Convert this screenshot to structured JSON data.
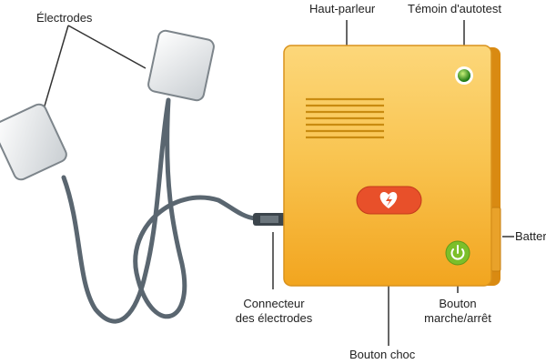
{
  "labels": {
    "electrodes": "Électrodes",
    "speaker": "Haut-parleur",
    "self_test": "Témoin d'autotest",
    "battery": "Batterie",
    "connector_line1": "Connecteur",
    "connector_line2": "des électrodes",
    "power_line1": "Bouton",
    "power_line2": "marche/arrêt",
    "shock": "Bouton choc"
  },
  "colors": {
    "device": "#f7b733",
    "shock_button": "#e8502a",
    "led": "#2e9e1f",
    "power": "#7cbf2a",
    "cable": "#5a6670"
  },
  "icons": [
    "heart-lightning-icon",
    "power-icon"
  ]
}
